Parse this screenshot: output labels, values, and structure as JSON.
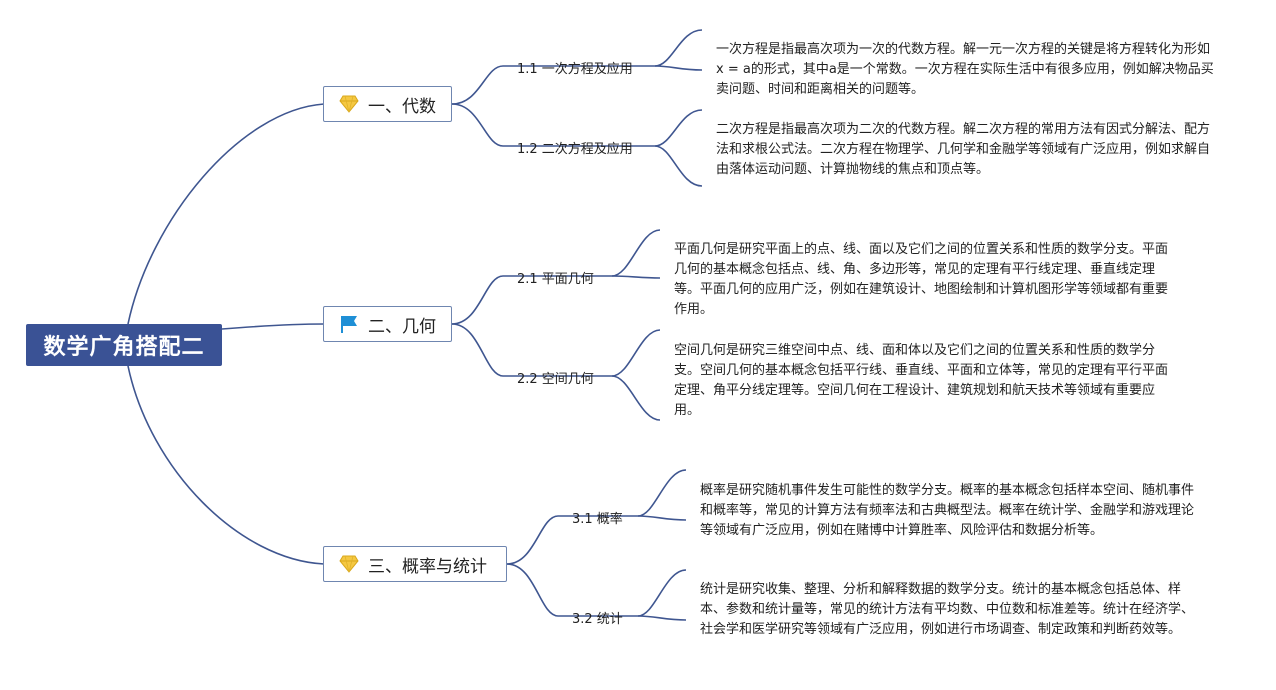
{
  "root": {
    "title": "数学广角搭配二"
  },
  "branches": [
    {
      "title": "一、代数",
      "icon": "diamond-icon",
      "subs": [
        {
          "label": "1.1 一次方程及应用",
          "desc": "一次方程是指最高次项为一次的代数方程。解一元一次方程的关键是将方程转化为形如x = a的形式，其中a是一个常数。一次方程在实际生活中有很多应用，例如解决物品买卖问题、时间和距离相关的问题等。"
        },
        {
          "label": "1.2 二次方程及应用",
          "desc": "二次方程是指最高次项为二次的代数方程。解二次方程的常用方法有因式分解法、配方法和求根公式法。二次方程在物理学、几何学和金融学等领域有广泛应用，例如求解自由落体运动问题、计算抛物线的焦点和顶点等。"
        }
      ]
    },
    {
      "title": "二、几何",
      "icon": "flag-icon",
      "subs": [
        {
          "label": "2.1 平面几何",
          "desc": "平面几何是研究平面上的点、线、面以及它们之间的位置关系和性质的数学分支。平面几何的基本概念包括点、线、角、多边形等，常见的定理有平行线定理、垂直线定理等。平面几何的应用广泛，例如在建筑设计、地图绘制和计算机图形学等领域都有重要作用。"
        },
        {
          "label": "2.2 空间几何",
          "desc": "空间几何是研究三维空间中点、线、面和体以及它们之间的位置关系和性质的数学分支。空间几何的基本概念包括平行线、垂直线、平面和立体等，常见的定理有平行平面定理、角平分线定理等。空间几何在工程设计、建筑规划和航天技术等领域有重要应用。"
        }
      ]
    },
    {
      "title": "三、概率与统计",
      "icon": "diamond-icon",
      "subs": [
        {
          "label": "3.1 概率",
          "desc": "概率是研究随机事件发生可能性的数学分支。概率的基本概念包括样本空间、随机事件和概率等，常见的计算方法有频率法和古典概型法。概率在统计学、金融学和游戏理论等领域有广泛应用，例如在赌博中计算胜率、风险评估和数据分析等。"
        },
        {
          "label": "3.2 统计",
          "desc": "统计是研究收集、整理、分析和解释数据的数学分支。统计的基本概念包括总体、样本、参数和统计量等，常见的统计方法有平均数、中位数和标准差等。统计在经济学、社会学和医学研究等领域有广泛应用，例如进行市场调查、制定政策和判断药效等。"
        }
      ]
    }
  ],
  "colors": {
    "root_bg": "#3a5295",
    "line": "#3f5690",
    "branch_border": "#6f86b0",
    "diamond": "#f5c842",
    "flag": "#1e8fd6"
  }
}
